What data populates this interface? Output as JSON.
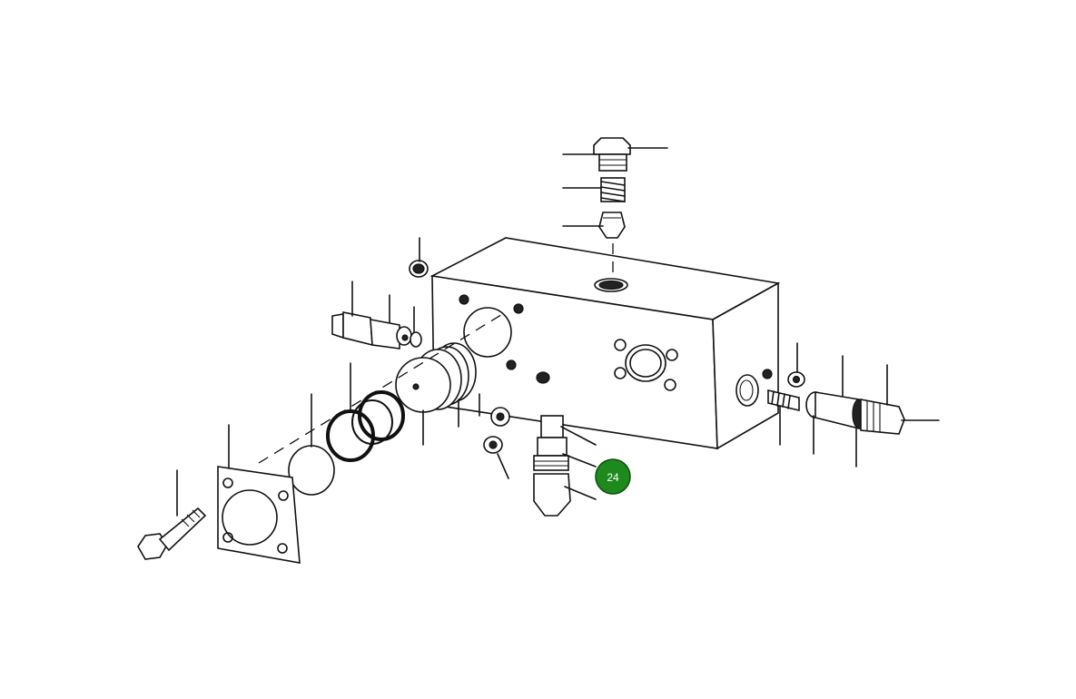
{
  "callout": {
    "label": "24",
    "fill_color": "#1e8a1e",
    "stroke_color": "#0c4f0c",
    "text_color": "#ffffff"
  },
  "parts": [
    "main-block",
    "top-plug",
    "top-spring",
    "top-poppet",
    "left-cartridge-valve",
    "left-small-plug",
    "left-piston",
    "o-ring-large",
    "o-ring-small",
    "seal-disc",
    "cover-flange",
    "hex-bolt",
    "center-plugs",
    "relief-cartridge",
    "right-plug",
    "right-spring",
    "right-cartridge-valve",
    "right-small-plug"
  ]
}
